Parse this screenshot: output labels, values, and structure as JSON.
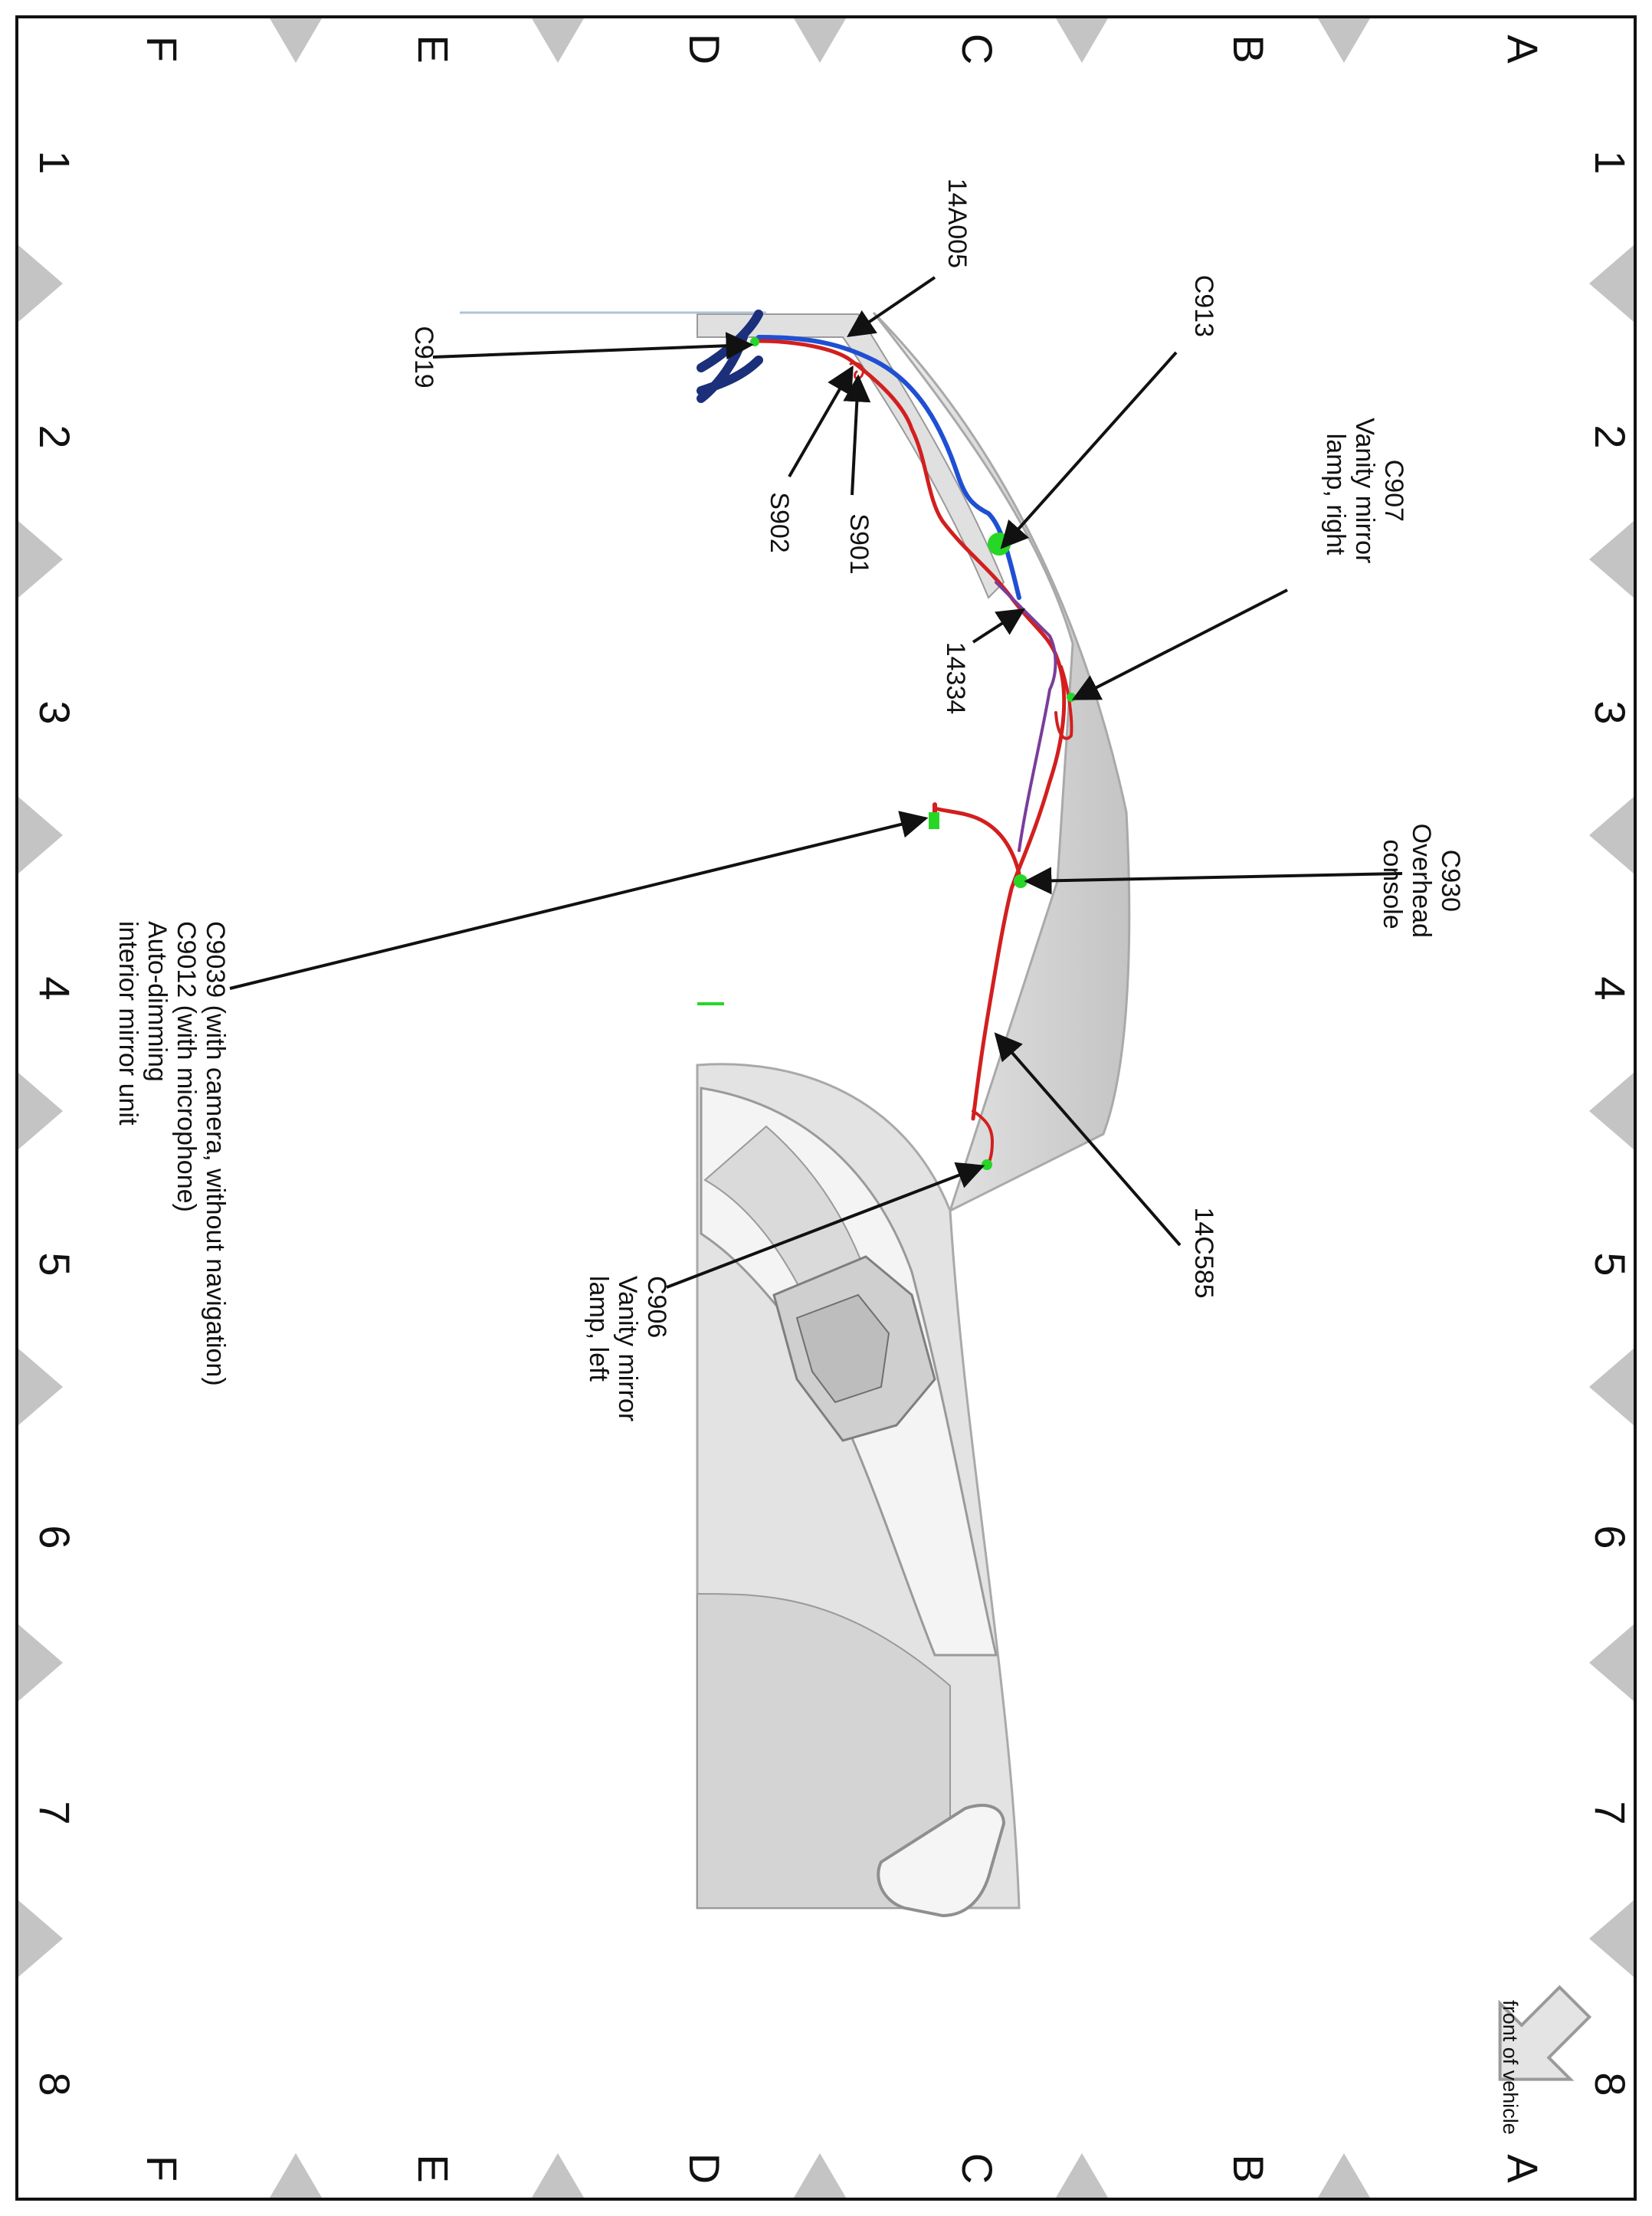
{
  "diagram": {
    "grid_rows": [
      "A",
      "B",
      "C",
      "D",
      "E",
      "F"
    ],
    "grid_cols": [
      "1",
      "2",
      "3",
      "4",
      "5",
      "6",
      "7",
      "8"
    ],
    "front_of_vehicle": "front of vehicle",
    "labels": {
      "c913": "C913",
      "c907": [
        "C907",
        "Vanity mirror",
        "lamp, right"
      ],
      "a14a005": "14A005",
      "c919": "C919",
      "s902": "S902",
      "s901": "S901",
      "n14334": "14334",
      "c930": [
        "C930",
        "Overhead",
        "console"
      ],
      "c9039": [
        "C9039 (with camera, without navigation)",
        "C9012 (with microphone)",
        "Auto-dimming",
        "interior mirror unit"
      ],
      "n14c585": "14C585",
      "c906": [
        "C906",
        "Vanity mirror",
        "lamp, left"
      ]
    },
    "colors": {
      "border": "#111111",
      "grid_marker": "#c4c4c4",
      "wire_red": "#d21f1f",
      "wire_blue": "#1f4fd2",
      "wire_navy": "#1b2f7a",
      "wire_purple": "#7a3d9a",
      "connector_green": "#27d627",
      "body_panel": "#dcdcdc",
      "body_edge": "#a9a9a9"
    }
  }
}
